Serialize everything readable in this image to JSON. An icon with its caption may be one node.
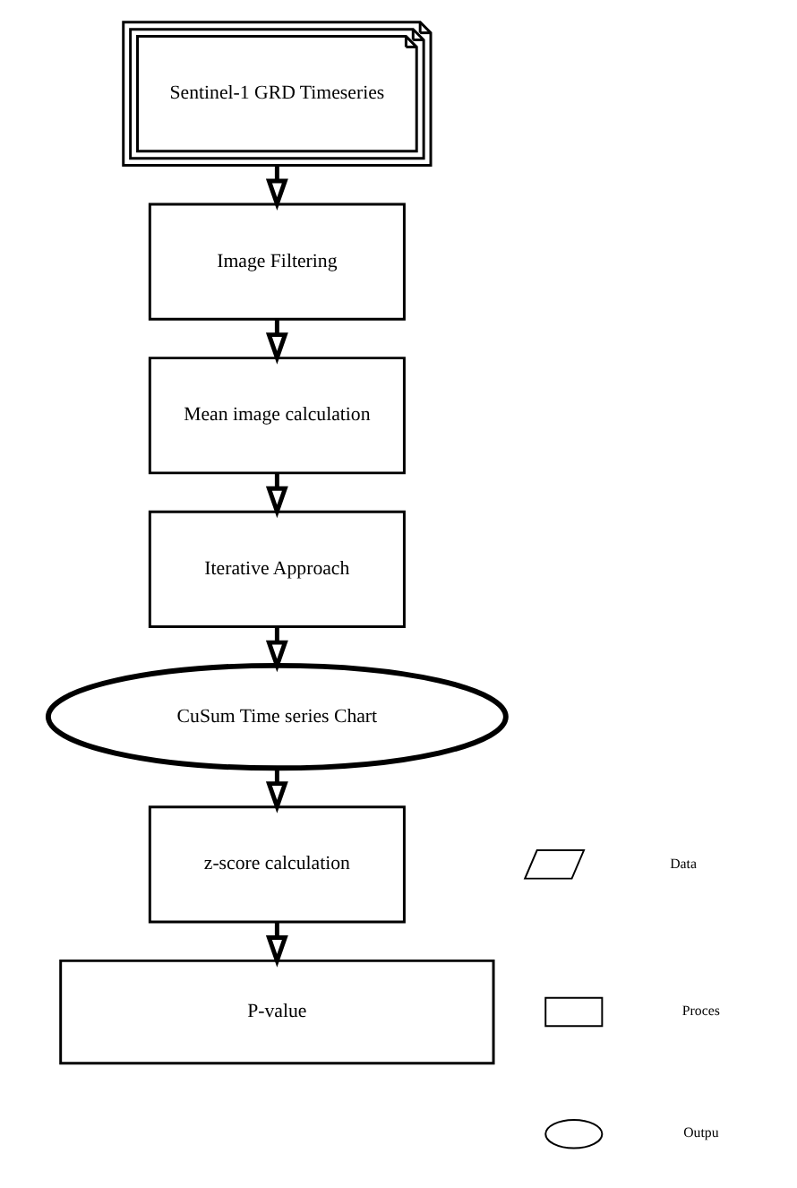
{
  "diagram": {
    "nodes": [
      {
        "text": [
          "Sentinel-1 GRD Timeseries"
        ]
      },
      {
        "text": [
          "Image Filtering"
        ]
      },
      {
        "text": [
          "Mean image calculation"
        ]
      },
      {
        "text": [
          "Iterative Approach"
        ]
      },
      {
        "text": [
          "CuSum Time series Chart"
        ]
      },
      {
        "text": [
          "z-score calculation"
        ]
      },
      {
        "text": [
          "P-value"
        ]
      },
      {
        "text": [],
        "shape": "parallelogram"
      },
      {
        "text": [],
        "shape": "box"
      },
      {
        "text": [],
        "shape": "ellipse"
      }
    ],
    "edges": [
      {
        "from": 0,
        "to": 1,
        "arrow": "to"
      },
      {
        "from": 1,
        "to": 2,
        "arrow": "to"
      },
      {
        "from": 2,
        "to": 3,
        "arrow": "to"
      },
      {
        "from": 3,
        "to": 4,
        "arrow": "to"
      },
      {
        "from": 4,
        "to": 5,
        "arrow": "to"
      },
      {
        "from": 5,
        "to": 6,
        "arrow": "to"
      }
    ],
    "legend": [
      {
        "text": "Data"
      },
      {
        "text": "Proces"
      },
      {
        "text": "Outpu"
      }
    ]
  }
}
